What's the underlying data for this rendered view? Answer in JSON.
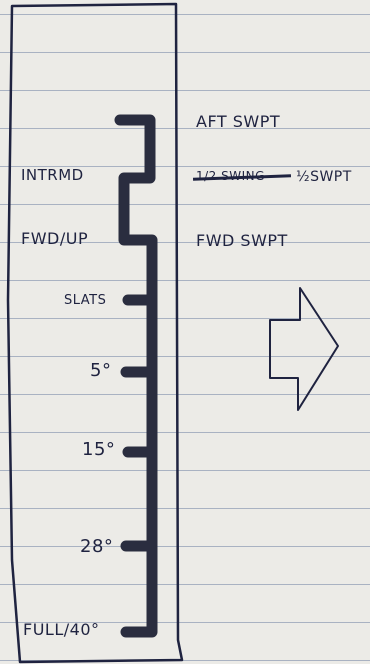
{
  "colors": {
    "paper": "#ecebe7",
    "ink": "#1f2340",
    "lever": "#2a2d3f",
    "ruled_line": "#a9b2c2"
  },
  "left_labels": {
    "intermediate": "INTRMD",
    "fwd_up": "FWD/UP",
    "slats": "SLATS",
    "flap_5": "5°",
    "flap_15": "15°",
    "flap_28": "28°",
    "full_40": "FULL/40°"
  },
  "right_labels": {
    "aft_swept": "AFT SWPT",
    "half_swept_crossed": "1/2 SWING",
    "half_swept": "½SWPT",
    "fwd_swept": "FWD SWPT"
  },
  "arrow": {
    "icon": "right-outline-arrow-icon"
  }
}
